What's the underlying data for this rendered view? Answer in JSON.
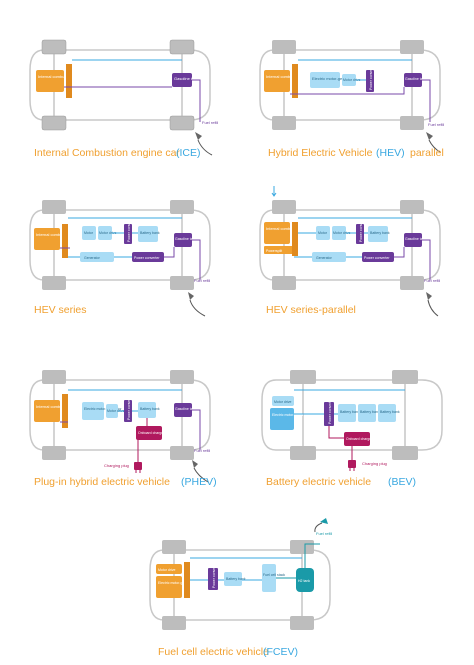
{
  "colors": {
    "orange": "#f0a030",
    "orange_dark": "#e08a1e",
    "blue": "#5bb8e8",
    "blue_light": "#a9dcf5",
    "purple": "#6a3a9a",
    "magenta": "#b0195e",
    "teal": "#1a9aa8",
    "line_blue": "#3aa8e0",
    "line_purple": "#7a4aa8",
    "car": "#c8c8c8",
    "wheel": "#bdbdbd",
    "caption_orange": "#f0a030",
    "caption_blue": "#3aa8e0"
  },
  "ice": {
    "caption": "Internal Combustion engine car",
    "abbr": "(ICE)",
    "engine": "Internal combustion engine",
    "tank": "Gasoline tank",
    "refill": "Fuel refill"
  },
  "hev_parallel": {
    "caption": "Hybrid Electric Vehicle",
    "abbr": "(HEV)",
    "suffix": "parallel",
    "engine": "Internal combustion engine",
    "motor": "Electric motor-generator",
    "drive": "Motor drive",
    "converter": "Power converter",
    "tank": "Gasoline tank",
    "refill": "Fuel refill"
  },
  "hev_series": {
    "caption": "HEV series",
    "engine": "Internal combustion engine",
    "motor": "Motor",
    "drive": "Motor drive",
    "converter": "Power converter",
    "battery": "Battery bank",
    "tank": "Gasoline tank",
    "generator": "Generator",
    "converter2": "Power converter",
    "refill": "Fuel refill"
  },
  "hev_series_parallel": {
    "caption": "HEV series-parallel",
    "engine": "Internal combustion engine",
    "split": "Powersplit",
    "motor": "Motor",
    "drive": "Motor drive",
    "converter": "Power converter",
    "battery": "Battery bank",
    "tank": "Gasoline tank",
    "generator": "Generator",
    "converter2": "Power converter",
    "refill": "Fuel refill"
  },
  "phev": {
    "caption": "Plug-in hybrid electric vehicle",
    "abbr": "(PHEV)",
    "engine": "Internal combustion engine",
    "motor": "Electric motor-generator",
    "drive": "Motor drive",
    "converter": "Power converter",
    "battery": "Battery bank",
    "tank": "Gasoline tank",
    "charger": "Onboard charger",
    "plug": "Charging plug",
    "refill": "Fuel refill"
  },
  "bev": {
    "caption": "Battery electric vehicle",
    "abbr": "(BEV)",
    "motor": "Electric motor-generator",
    "drive": "Motor drive",
    "converter": "Power converter",
    "battery1": "Battery bank",
    "battery2": "Battery bank",
    "battery3": "Battery bank",
    "charger": "Onboard charger",
    "plug": "Charging plug"
  },
  "fcev": {
    "caption": "Fuel cell electric vehicle",
    "abbr": "(FCEV)",
    "drive": "Motor drive",
    "motor": "Electric motor-generator",
    "converter": "Power converter",
    "battery": "Battery bank",
    "stack": "Fuel cell stack",
    "tank": "H2 tank",
    "refill": "Fuel refill"
  }
}
